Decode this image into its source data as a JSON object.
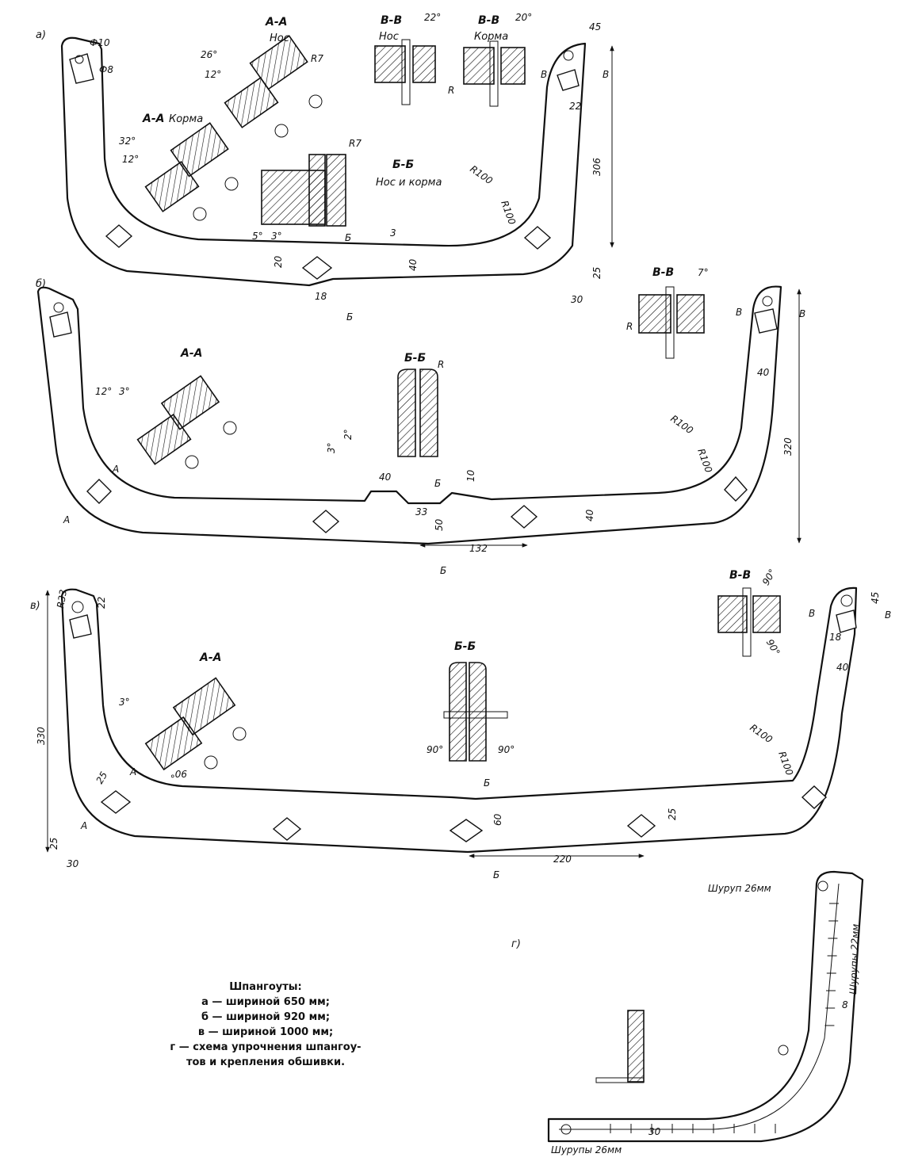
{
  "caption": {
    "title": "Шпангоуты:",
    "lines": [
      "а — шириной  650  мм;",
      "б — шириной  920  мм;",
      "в — шириной  1000  мм;",
      "г — схема упрочнения шпангоу-",
      "тов и крепления обшивки."
    ]
  },
  "panel_a": {
    "tag": "а)",
    "sec_aa_nose_title": "А-А",
    "sec_aa_nose_sub": "Нос",
    "sec_aa_stern_title": "А-А",
    "sec_aa_stern_sub": "Корма",
    "sec_vv_nose_title": "В-В",
    "sec_vv_nose_sub": "Нос",
    "sec_vv_stern_title": "В-В",
    "sec_vv_stern_sub": "Корма",
    "sec_bb_title": "Б-Б",
    "sec_bb_sub": "Нос и корма",
    "dims": {
      "d10": "Ф10",
      "d8": "Ф8",
      "a26": "26°",
      "a12": "12°",
      "r7a": "R7",
      "a22": "22°",
      "a20": "20°",
      "a32": "32°",
      "a12b": "12°",
      "r7b": "R7",
      "a5": "5°",
      "a3": "3°",
      "d45": "45",
      "d22": "22",
      "d306": "306",
      "r100a": "R100",
      "r100b": "R100",
      "d20": "20",
      "d40": "40",
      "d18": "18",
      "d25": "25",
      "d30": "30",
      "part": "3",
      "r": "R"
    },
    "cut_b": "Б",
    "cut_v": "В"
  },
  "panel_b": {
    "tag": "б)",
    "sec_aa_title": "А-А",
    "sec_bb_title": "Б-Б",
    "sec_vv_title": "В-В",
    "dims": {
      "a12": "12°",
      "a3": "3°",
      "a3b": "3°",
      "a2": "2°",
      "r": "R",
      "a7": "7°",
      "d40a": "40",
      "d40b": "40",
      "d40c": "40",
      "d10": "10",
      "d33": "33",
      "d50": "50",
      "d132": "132",
      "d320": "320",
      "r100a": "R100",
      "r100b": "R100",
      "rk": "R"
    },
    "cut_b": "Б",
    "cut_v": "В",
    "cut_a": "А"
  },
  "panel_v": {
    "tag": "в)",
    "sec_aa_title": "А-А",
    "sec_bb_title": "Б-Б",
    "sec_vv_title": "В-В",
    "dims": {
      "r33": "R33",
      "d22": "22",
      "d330": "330",
      "a3": "3°",
      "a90a": "90°",
      "a90b": "90°",
      "a90c": "90°",
      "a90d": "90°",
      "a90e": "90°",
      "d25a": "25",
      "d25b": "25",
      "d30": "30",
      "d60": "60",
      "d25c": "25",
      "d220": "220",
      "d45": "45",
      "d18": "18",
      "d40": "40",
      "r100a": "R100",
      "r100b": "R100"
    },
    "cut_b": "Б",
    "cut_v": "В",
    "cut_a": "А"
  },
  "panel_g": {
    "tag": "г)",
    "screw_top": "Шуруп 26мм",
    "screws_side": "Шурупы 22мм",
    "screws_bottom": "Шурупы 26мм",
    "d8": "8",
    "d30": "30"
  }
}
